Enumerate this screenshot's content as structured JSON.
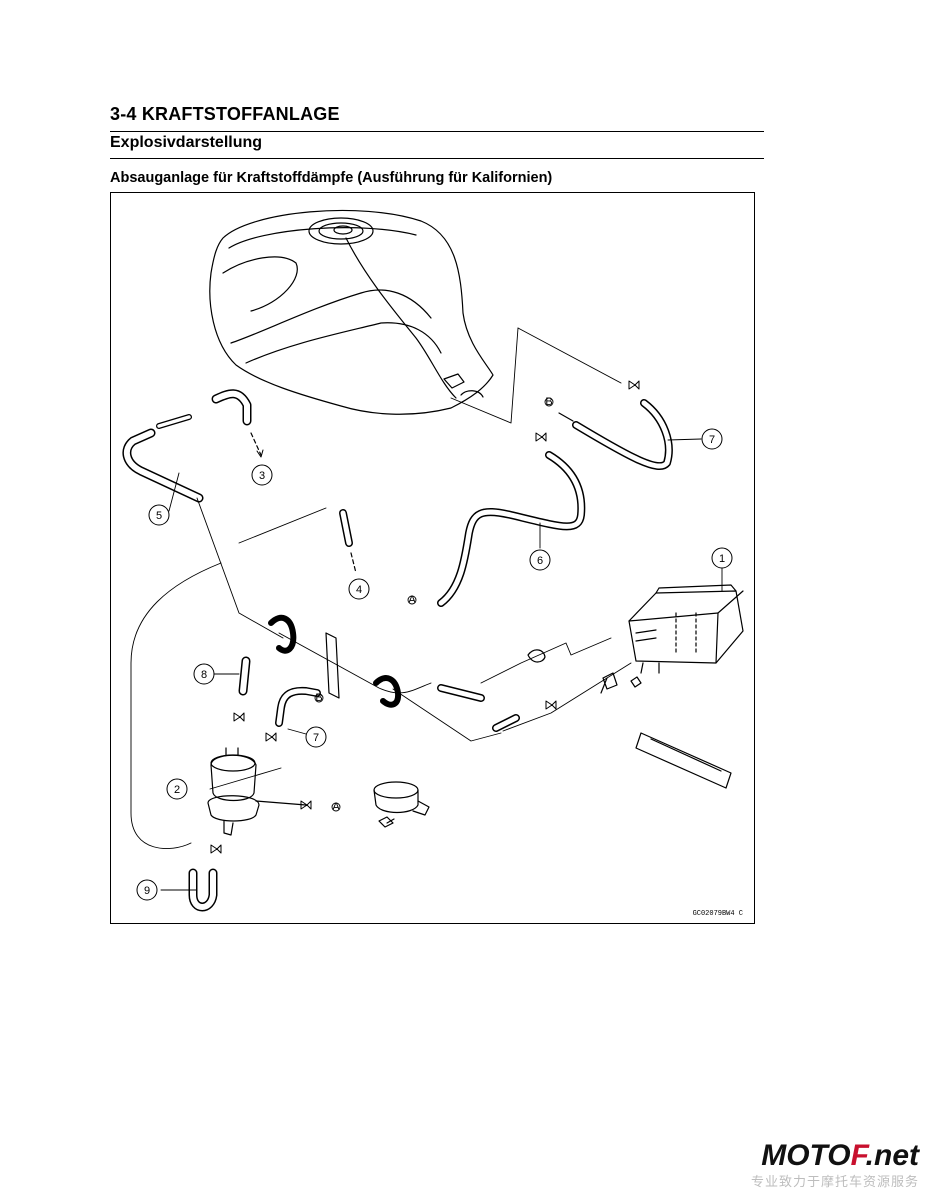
{
  "section": {
    "number": "3-4",
    "title": "KRAFTSTOFFANLAGE",
    "full": "3-4 KRAFTSTOFFANLAGE"
  },
  "subsection": {
    "title": "Explosivdarstellung"
  },
  "figure": {
    "caption": "Absauganlage für Kraftstoffdämpfe (Ausführung für Kalifornien)",
    "code": "GC02079BW4 C",
    "callouts": [
      "1",
      "2",
      "3",
      "4",
      "5",
      "6",
      "7",
      "7",
      "8",
      "9"
    ],
    "connector_labels": [
      "A",
      "A",
      "B",
      "B"
    ]
  },
  "watermark": {
    "logo_main": "MOTO",
    "logo_accent": "F",
    "logo_tail": ".net",
    "slogan": "专业致力于摩托车资源服务"
  }
}
